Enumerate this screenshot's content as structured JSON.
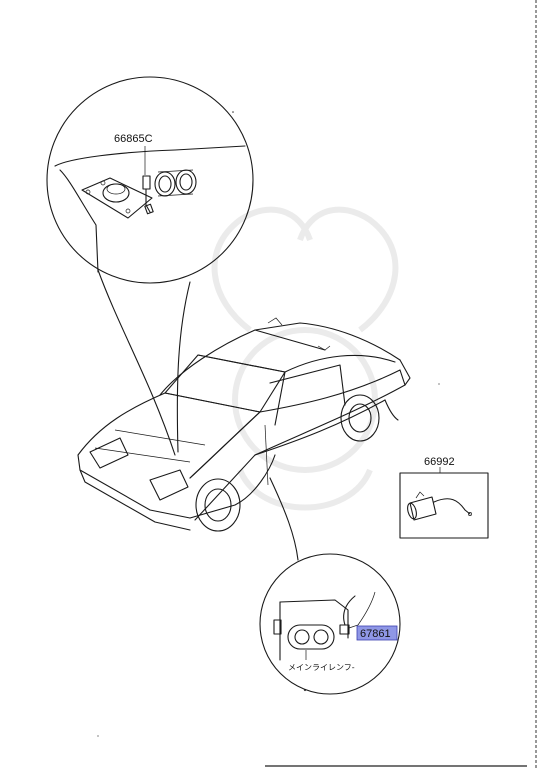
{
  "parts": {
    "top_callout": "66865C",
    "right_part": "66992",
    "bottom_highlight": "67861"
  },
  "bottom_caption": "メインライレンフ-",
  "highlight_color": "#8f97e6"
}
